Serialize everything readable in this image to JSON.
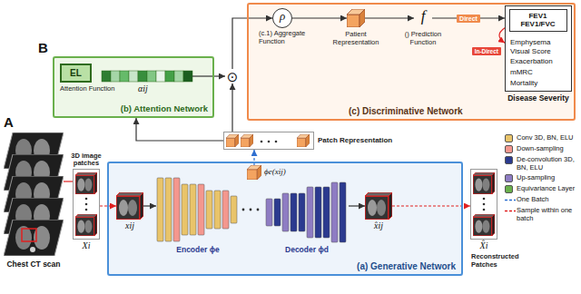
{
  "diagram": {
    "nodes": [
      {
        "text": [
          "(b) Attention Network"
        ]
      },
      {
        "text": [
          "EL",
          "Attention Function"
        ],
        "in": 0
      },
      {
        "text": [
          "(c) Discriminative Network"
        ]
      },
      {
        "text": [
          "ρ",
          "(c.1) Aggregate Function"
        ],
        "in": 2
      },
      {
        "text": [
          "Patient Representation"
        ],
        "in": 2
      },
      {
        "text": [
          "f",
          "() Prediction Function"
        ],
        "in": 2
      },
      {
        "text": [
          "Emphysema Visual Score",
          "Exacerbation",
          "mMRC",
          "Mortality",
          "Disease Severity"
        ],
        "in": 2
      },
      {
        "text": [
          "FEV1",
          "FEV1/FVC"
        ],
        "in": 6
      },
      {
        "text": [
          "⊙"
        ]
      },
      {
        "text": [
          "Patch Representation"
        ]
      },
      {
        "text": [
          "(a) Generative Network"
        ]
      },
      {
        "text": [
          "xij"
        ],
        "in": 10
      },
      {
        "text": [
          "Encoder ϕe"
        ],
        "in": 10
      },
      {
        "text": [
          "ϕe(xij)"
        ],
        "in": 10
      },
      {
        "text": [
          "Decoder ϕd"
        ],
        "in": 10
      },
      {
        "text": [
          "x̂ij"
        ],
        "in": 10
      },
      {
        "text": [
          "3D image patches",
          "Xi"
        ]
      },
      {
        "text": [
          "X̂i",
          "Reconstructed Patches"
        ]
      },
      {
        "text": [
          "Chest CT scan"
        ]
      }
    ],
    "edges": [
      {
        "from": 9,
        "to": 0,
        "arrow": "to"
      },
      {
        "from": 0,
        "to": 8,
        "arrow": "to"
      },
      {
        "from": 9,
        "to": 8,
        "arrow": "to"
      },
      {
        "from": 8,
        "to": 3,
        "arrow": "to"
      },
      {
        "from": 3,
        "to": 4,
        "arrow": "to"
      },
      {
        "from": 4,
        "to": 5,
        "arrow": "to"
      },
      {
        "from": 5,
        "to": 6,
        "arrow": "to",
        "label": "Direct"
      },
      {
        "from": 13,
        "to": 9,
        "arrow": "to"
      },
      {
        "from": 18,
        "to": 16,
        "arrow": "none"
      },
      {
        "from": 16,
        "to": 11,
        "arrow": "to"
      },
      {
        "from": 11,
        "to": 12,
        "arrow": "to"
      },
      {
        "from": 14,
        "to": 15,
        "arrow": "to"
      },
      {
        "from": 15,
        "to": 17,
        "arrow": "to"
      }
    ],
    "labels": [
      "B",
      "αij",
      "In-Direct",
      "A"
    ],
    "legend": [
      {
        "text": "Conv 3D, BN, ELU",
        "color": "#e9c46a"
      },
      {
        "text": "Down-sampling",
        "color": "#f4978e"
      },
      {
        "text": "De-convolution 3D, BN, ELU",
        "color": "#2b3a8f"
      },
      {
        "text": "Up-sampling",
        "color": "#8e7cc3"
      },
      {
        "text": "Equivariance Layer",
        "color": "#6ab04c"
      },
      {
        "text": "One Batch"
      },
      {
        "text": "Sample within one batch"
      }
    ]
  }
}
